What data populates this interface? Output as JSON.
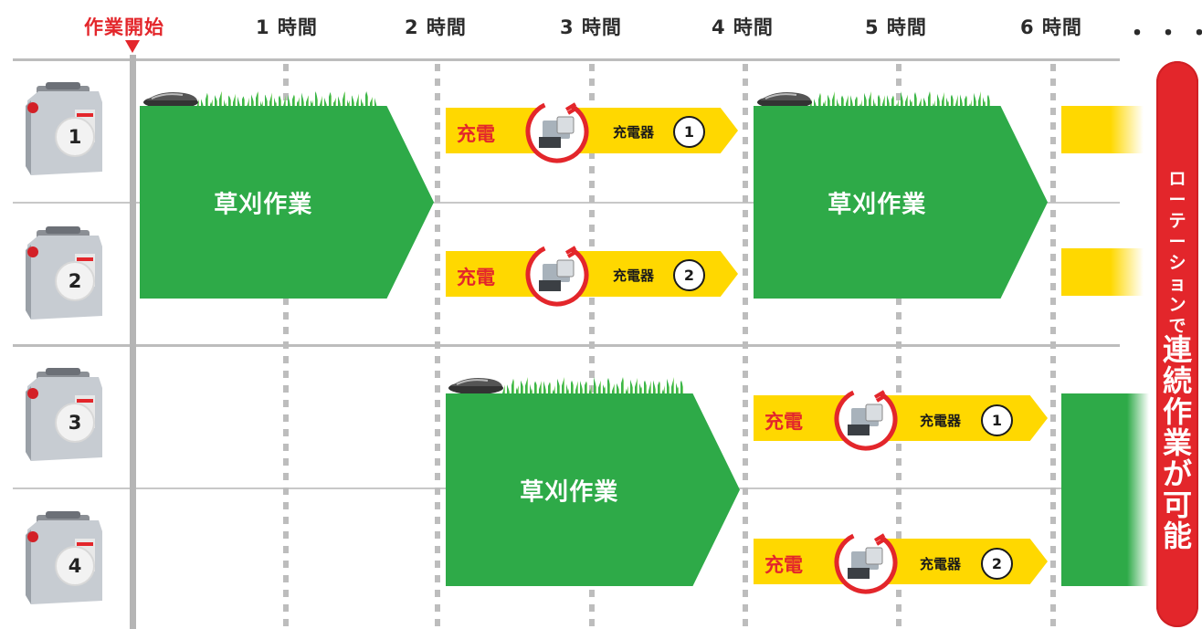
{
  "header": {
    "start": "作業開始",
    "hours": [
      "1 時間",
      "2 時間",
      "3 時間",
      "4 時間",
      "5 時間",
      "6 時間"
    ],
    "ellipsis": "・・・"
  },
  "batteries": [
    "1",
    "2",
    "3",
    "4"
  ],
  "work_label": "草刈作業",
  "charge_label": "充電",
  "charger_label": "充電器",
  "charger_numbers": [
    "1",
    "2"
  ],
  "side_banner": {
    "small": [
      "ロ",
      "ー",
      "テ",
      "ー",
      "シ",
      "ョ",
      "ン",
      "で"
    ],
    "big": [
      "連",
      "続",
      "作",
      "業",
      "が",
      "可",
      "能"
    ]
  },
  "colors": {
    "work": "#2eaa48",
    "charge": "#ffd800",
    "accent": "#e3262b"
  }
}
